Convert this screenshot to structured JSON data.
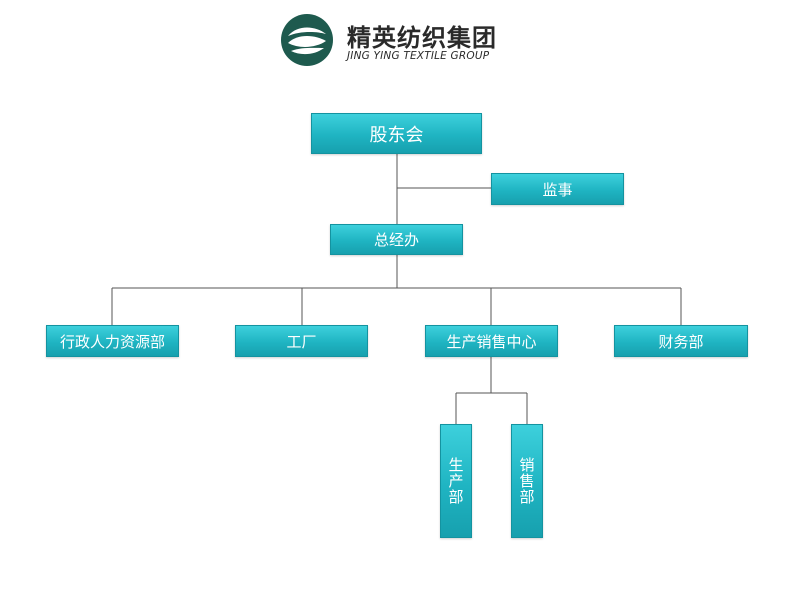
{
  "logo": {
    "name_cn": "精英纺织集团",
    "name_en": "JING YING TEXTILE GROUP"
  },
  "org_chart": {
    "root": "股东会",
    "supervisor": "监事",
    "general_manager": "总经办",
    "departments": [
      "行政人力资源部",
      "工厂",
      "生产销售中心",
      "财务部"
    ],
    "sub_departments": [
      "生产部",
      "销售部"
    ]
  },
  "colors": {
    "box": "#1fb4c2",
    "line": "#555555",
    "logo": "#1e5a4e"
  }
}
